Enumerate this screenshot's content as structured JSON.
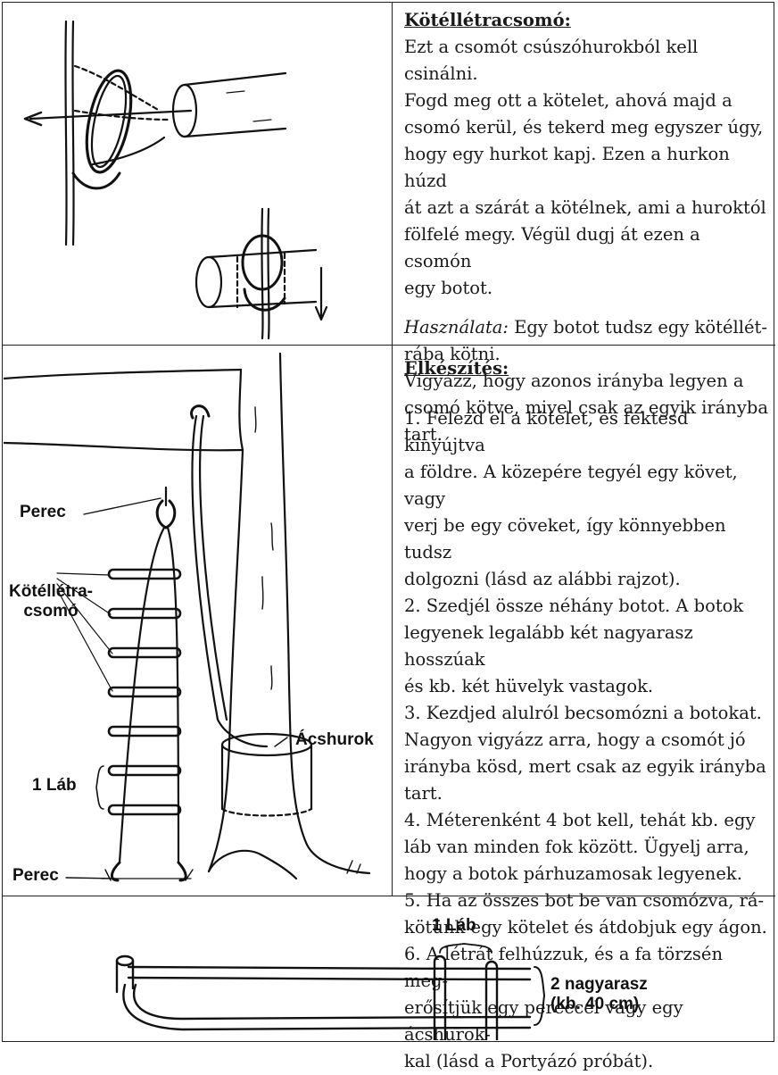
{
  "section1": {
    "heading": "Kötéllétracsomó:",
    "lines": [
      "Ezt a csomót csúszóhurokból kell csinálni.",
      "Fogd meg ott a kötelet, ahová majd a",
      "csomó kerül, és tekerd meg egyszer úgy,",
      "hogy egy hurkot kapj. Ezen a hurkon húzd",
      "át azt a szárát a kötélnek, ami a huroktól",
      "fölfelé megy. Végül dugj át ezen a csomón",
      "egy botot."
    ],
    "usage_label": "Használata:",
    "usage_line1": " Egy botot tudsz egy kötéllét-",
    "usage_lines": [
      "rába kötni.",
      "Vigyázz, hogy azonos irányba legyen a",
      "csomó kötve, mivel csak az egyik irányba",
      "tart."
    ]
  },
  "section2": {
    "heading": "Elkészítés:",
    "lines": [
      "1. Felezd el a kötelet, és fektesd kinyújtva",
      "a földre. A közepére tegyél egy követ, vagy",
      "verj be egy cöveket, így könnyebben tudsz",
      "dolgozni (lásd az alábbi rajzot).",
      "2. Szedjél össze néhány botot. A botok",
      "legyenek legalább két nagyarasz hosszúak",
      "és kb. két hüvelyk vastagok.",
      "3. Kezdjed alulról becsomózni a botokat.",
      "Nagyon vigyázz arra, hogy a csomót jó",
      "irányba kösd, mert csak az egyik irányba",
      "tart.",
      "4. Méterenként 4 bot kell, tehát kb. egy",
      "láb van minden fok között. Ügyelj arra,",
      "hogy a botok párhuzamosak legyenek.",
      "5. Ha az összes bot be van csomózva, rá-",
      "kötünk egy kötelet és átdobjuk egy ágon.",
      "6. A létrát felhúzzuk, és a fa törzsén meg-",
      "erősítjük egy pereccel vagy egy ácshurok-",
      "kal (lásd a Portyázó próbát)."
    ],
    "labels": {
      "perec_top": "Perec",
      "ladder_knot_1": "Kötéllétra-",
      "ladder_knot_2": "csomó",
      "acshurok": "Ácshurok",
      "one_foot": "1 Láb",
      "perec_bottom": "Perec"
    }
  },
  "section3": {
    "labels": {
      "one_foot": "1 Láb",
      "span_1": "2 nagyarasz",
      "span_2": "(kb. 40 cm)"
    }
  }
}
